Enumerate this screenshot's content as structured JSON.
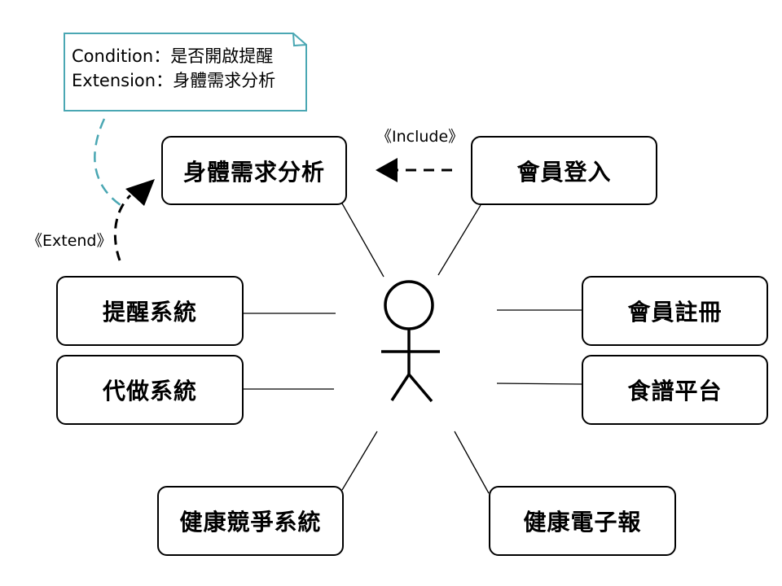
{
  "note": {
    "condition": "Condition：是否開啟提醒",
    "extension": "Extension：身體需求分析"
  },
  "stereotypes": {
    "include": "《Include》",
    "extend": "《Extend》"
  },
  "use_cases": {
    "body_analysis": "身體需求分析",
    "member_login": "會員登入",
    "reminder_system": "提醒系統",
    "member_register": "會員註冊",
    "proxy_system": "代做系統",
    "recipe_platform": "食譜平台",
    "health_competition": "健康競爭系統",
    "health_newsletter": "健康電子報"
  },
  "colors": {
    "note_border": "#4aa7b3",
    "note_connector": "#4aa7b3",
    "line": "#000000"
  }
}
